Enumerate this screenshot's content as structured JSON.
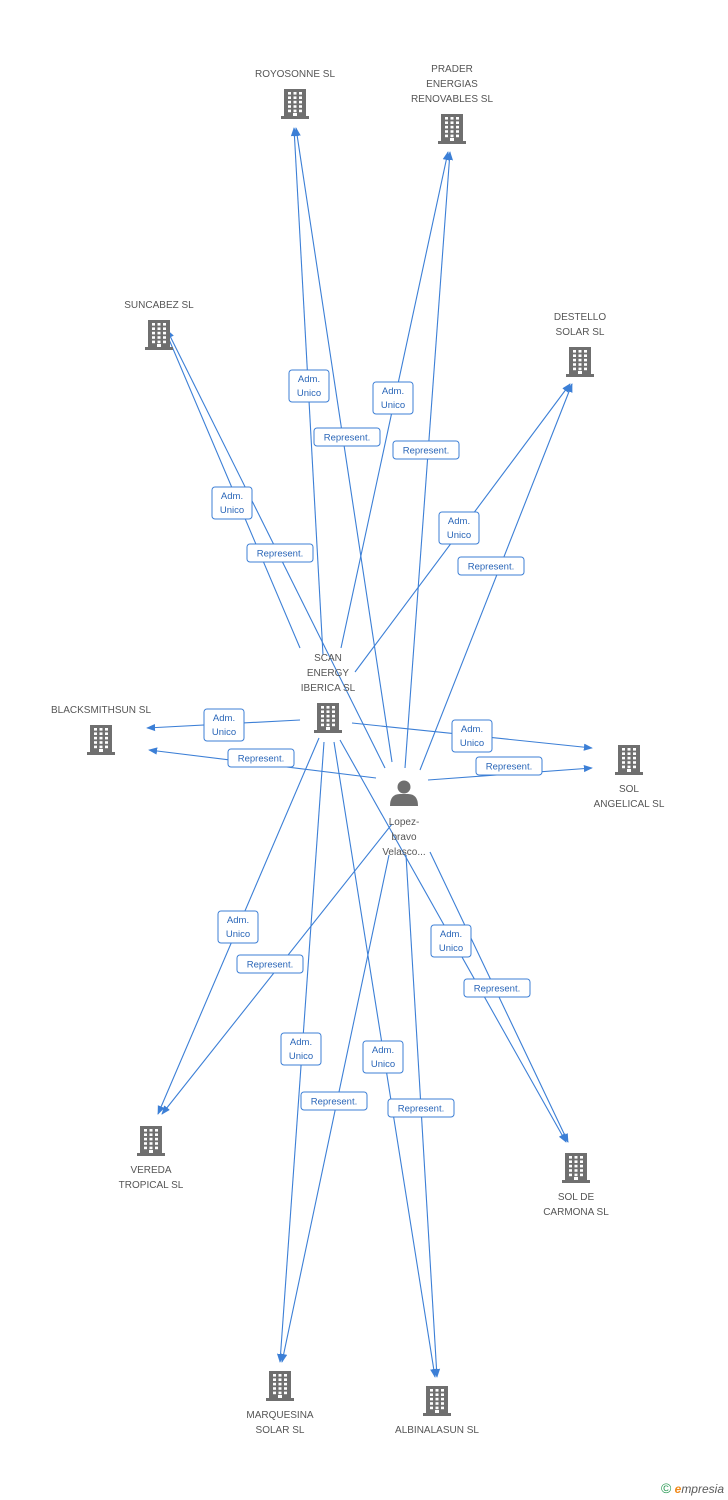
{
  "nodes": [
    {
      "id": "royosonne",
      "type": "company",
      "label": [
        "ROYOSONNE SL"
      ]
    },
    {
      "id": "prader",
      "type": "company",
      "label": [
        "PRADER",
        "ENERGIAS",
        "RENOVABLES SL"
      ]
    },
    {
      "id": "suncabez",
      "type": "company",
      "label": [
        "SUNCABEZ SL"
      ]
    },
    {
      "id": "destello",
      "type": "company",
      "label": [
        "DESTELLO",
        "SOLAR SL"
      ]
    },
    {
      "id": "scan",
      "type": "company",
      "label": [
        "SCAN",
        "ENERGY",
        "IBERICA SL"
      ]
    },
    {
      "id": "blacksmithsun",
      "type": "company",
      "label": [
        "BLACKSMITHSUN SL"
      ]
    },
    {
      "id": "solangelical",
      "type": "company",
      "label": [
        "SOL",
        "ANGELICAL SL"
      ]
    },
    {
      "id": "person",
      "type": "person",
      "label": [
        "Lopez-",
        "bravo",
        "Velasco..."
      ]
    },
    {
      "id": "vereda",
      "type": "company",
      "label": [
        "VEREDA",
        "TROPICAL SL"
      ]
    },
    {
      "id": "solcarmona",
      "type": "company",
      "label": [
        "SOL DE",
        "CARMONA SL"
      ]
    },
    {
      "id": "marquesina",
      "type": "company",
      "label": [
        "MARQUESINA",
        "SOLAR SL"
      ]
    },
    {
      "id": "albinalasun",
      "type": "company",
      "label": [
        "ALBINALASUN SL"
      ]
    }
  ],
  "edges": [
    {
      "from": "scan",
      "to": "royosonne",
      "label": [
        "Adm.",
        "Unico"
      ]
    },
    {
      "from": "person",
      "to": "royosonne",
      "label": [
        "Represent."
      ]
    },
    {
      "from": "scan",
      "to": "prader",
      "label": [
        "Adm.",
        "Unico"
      ]
    },
    {
      "from": "person",
      "to": "prader",
      "label": [
        "Represent."
      ]
    },
    {
      "from": "scan",
      "to": "suncabez",
      "label": [
        "Adm.",
        "Unico"
      ]
    },
    {
      "from": "person",
      "to": "suncabez",
      "label": [
        "Represent."
      ]
    },
    {
      "from": "scan",
      "to": "destello",
      "label": [
        "Adm.",
        "Unico"
      ]
    },
    {
      "from": "person",
      "to": "destello",
      "label": [
        "Represent."
      ]
    },
    {
      "from": "scan",
      "to": "blacksmithsun",
      "label": [
        "Adm.",
        "Unico"
      ]
    },
    {
      "from": "person",
      "to": "blacksmithsun",
      "label": [
        "Represent."
      ]
    },
    {
      "from": "scan",
      "to": "solangelical",
      "label": [
        "Adm.",
        "Unico"
      ]
    },
    {
      "from": "person",
      "to": "solangelical",
      "label": [
        "Represent."
      ]
    },
    {
      "from": "scan",
      "to": "vereda",
      "label": [
        "Adm.",
        "Unico"
      ]
    },
    {
      "from": "person",
      "to": "vereda",
      "label": [
        "Represent."
      ]
    },
    {
      "from": "scan",
      "to": "solcarmona",
      "label": [
        "Adm.",
        "Unico"
      ]
    },
    {
      "from": "person",
      "to": "solcarmona",
      "label": [
        "Represent."
      ]
    },
    {
      "from": "scan",
      "to": "marquesina",
      "label": [
        "Adm.",
        "Unico"
      ]
    },
    {
      "from": "person",
      "to": "marquesina",
      "label": [
        "Represent."
      ]
    },
    {
      "from": "scan",
      "to": "albinalasun",
      "label": [
        "Adm.",
        "Unico"
      ]
    },
    {
      "from": "person",
      "to": "albinalasun",
      "label": [
        "Represent."
      ]
    }
  ],
  "brand": {
    "copyright": "©",
    "logo_e": "e",
    "logo_rest": "mpresia"
  },
  "colors": {
    "edge": "#3c7fd6",
    "badge_text": "#2a66b8",
    "icon": "#6f6f6f",
    "label": "#555555"
  }
}
